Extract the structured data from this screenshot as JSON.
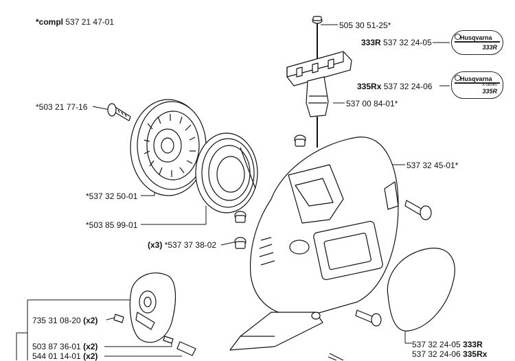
{
  "header": {
    "prefix": "*compl",
    "part": "537 21 47-01"
  },
  "labels": {
    "starter_handle_pin": "505 30 51-25*",
    "handle": "537 00 84-01*",
    "pulley_screw": "*503 21 77-16",
    "housing": "537 32 45-01*",
    "pulley": "*537 32 50-01",
    "spring": "*503 85 99-01",
    "screw_count": "(x3)",
    "screw": "*537 37 38-02",
    "pawl_part": "735 31 08-20",
    "pawl_count": "(x2)",
    "washer_part": "503 87 36-01",
    "washer_count": "(x2)",
    "spring2_part": "544 01 14-01",
    "spring2_count": "(x2)",
    "decal_333_part": "537 32 24-05",
    "decal_333_model": "333R",
    "decal_335_part": "537 32 24-06",
    "decal_335_model": "335Rx"
  },
  "decals": [
    {
      "model_label": "333R",
      "part": "537 32 24-05",
      "brand": "Husqvarna",
      "badge_model": "333R",
      "series": ""
    },
    {
      "model_label": "335Rx",
      "part": "537 32 24-06",
      "brand": "Husqvarna",
      "badge_model": "335R",
      "series": "X-series"
    }
  ]
}
